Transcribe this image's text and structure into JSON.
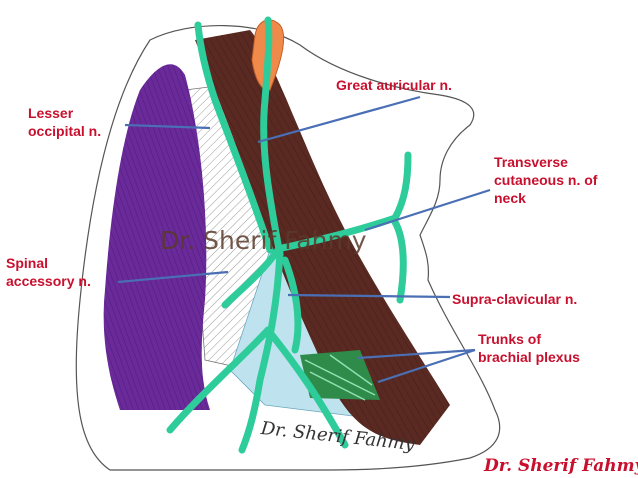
{
  "labels": {
    "great_auricular": "Great auricular n.",
    "lesser_occipital_line1": "Lesser",
    "lesser_occipital_line2": "occipital n.",
    "transverse_cutaneous_line1": "Transverse",
    "transverse_cutaneous_line2": "cutaneous n. of",
    "transverse_cutaneous_line3": "neck",
    "spinal_accessory_line1": "Spinal",
    "spinal_accessory_line2": "accessory n.",
    "supra_clavicular": "Supra-clavicular n.",
    "trunks_line1": "Trunks of",
    "trunks_line2": "brachial plexus"
  },
  "watermark": "Dr. Sherif Fahmy",
  "signature_script": "Dr. Sherif Fahmy",
  "signature_handwritten": "Dr. Sherif Fahmy",
  "colors": {
    "label_text": "#c8102e",
    "pointer_line": "#4a6fb5",
    "nerve": "#2ecc9a",
    "trapezius": "#6a2a9a",
    "sternocleidomastoid": "#5a2a22",
    "ear_structure": "#f08a4b",
    "brachial_plexus": "#2e8b4a",
    "posterior_triangle_fill": "#bfe3ee"
  }
}
